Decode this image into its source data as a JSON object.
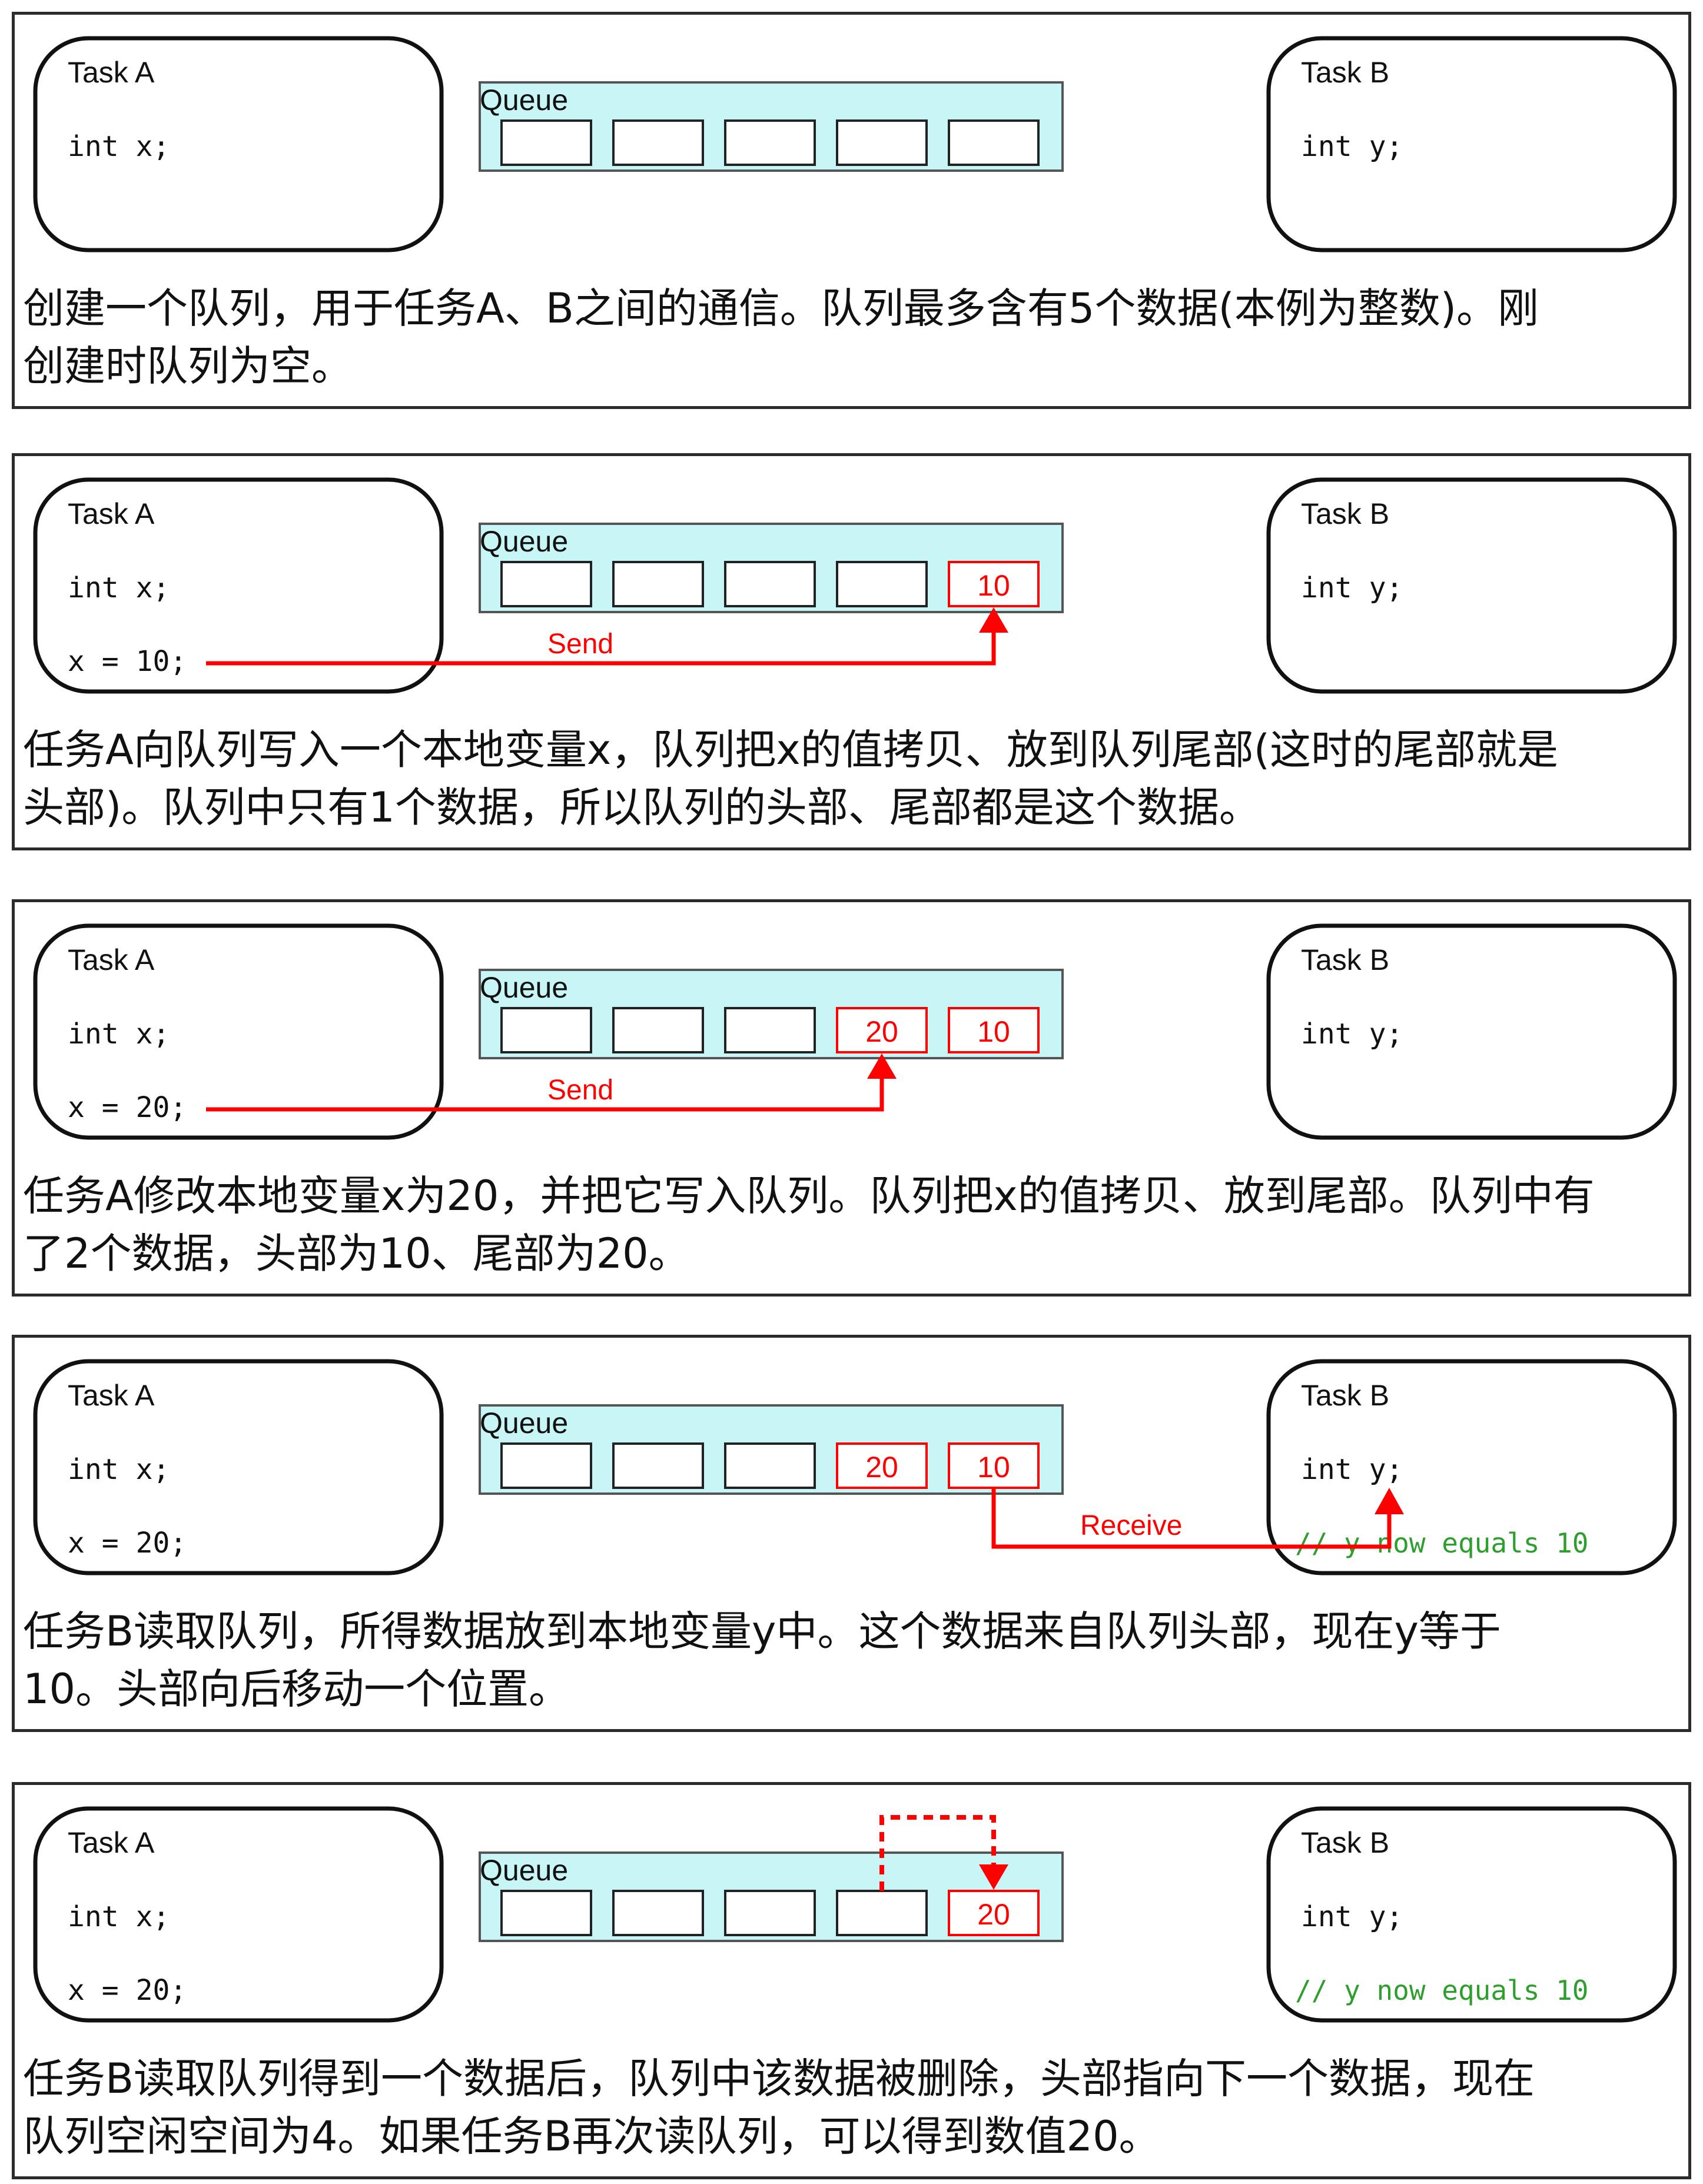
{
  "colors": {
    "queue_fill": "#c8f5f5",
    "arrow_red": "#ff0000",
    "comment_green": "#2e9e2e",
    "border": "#2b2b2b"
  },
  "panels": [
    {
      "task_a": {
        "title": "Task A",
        "decl": "int x;",
        "assign": ""
      },
      "queue": {
        "label": "Queue",
        "cells": [
          "",
          "",
          "",
          "",
          ""
        ]
      },
      "task_b": {
        "title": "Task B",
        "decl": "int y;",
        "comment": ""
      },
      "arrow": {
        "type": "none",
        "label": ""
      },
      "caption": [
        "创建一个队列，用于任务A、B之间的通信。队列最多含有5个数据(本例为整数)。刚",
        "创建时队列为空。"
      ]
    },
    {
      "task_a": {
        "title": "Task A",
        "decl": "int x;",
        "assign": "x = 10;"
      },
      "queue": {
        "label": "Queue",
        "cells": [
          "",
          "",
          "",
          "",
          "10"
        ]
      },
      "task_b": {
        "title": "Task B",
        "decl": "int y;",
        "comment": ""
      },
      "arrow": {
        "type": "send",
        "label": "Send",
        "target_cell": 4
      },
      "caption": [
        "任务A向队列写入一个本地变量x，队列把x的值拷贝、放到队列尾部(这时的尾部就是",
        "头部)。队列中只有1个数据，所以队列的头部、尾部都是这个数据。"
      ]
    },
    {
      "task_a": {
        "title": "Task A",
        "decl": "int x;",
        "assign": "x = 20;"
      },
      "queue": {
        "label": "Queue",
        "cells": [
          "",
          "",
          "",
          "20",
          "10"
        ]
      },
      "task_b": {
        "title": "Task B",
        "decl": "int y;",
        "comment": ""
      },
      "arrow": {
        "type": "send",
        "label": "Send",
        "target_cell": 3
      },
      "caption": [
        "任务A修改本地变量x为20，并把它写入队列。队列把x的值拷贝、放到尾部。队列中有",
        "了2个数据，头部为10、尾部为20。"
      ]
    },
    {
      "task_a": {
        "title": "Task A",
        "decl": "int x;",
        "assign": "x = 20;"
      },
      "queue": {
        "label": "Queue",
        "cells": [
          "",
          "",
          "",
          "20",
          "10"
        ]
      },
      "task_b": {
        "title": "Task B",
        "decl": "int y;",
        "comment": "// y now equals 10"
      },
      "arrow": {
        "type": "receive",
        "label": "Receive",
        "source_cell": 4
      },
      "caption": [
        "任务B读取队列，所得数据放到本地变量y中。这个数据来自队列头部，现在y等于",
        "10。头部向后移动一个位置。"
      ]
    },
    {
      "task_a": {
        "title": "Task A",
        "decl": "int x;",
        "assign": "x = 20;"
      },
      "queue": {
        "label": "Queue",
        "cells": [
          "",
          "",
          "",
          "",
          "20"
        ]
      },
      "task_b": {
        "title": "Task B",
        "decl": "int y;",
        "comment": "// y now equals 10"
      },
      "arrow": {
        "type": "move",
        "label": "",
        "from_cell": 3,
        "to_cell": 4
      },
      "caption": [
        "任务B读取队列得到一个数据后，队列中该数据被删除，头部指向下一个数据，现在",
        "队列空闲空间为4。如果任务B再次读队列，可以得到数值20。"
      ]
    }
  ]
}
